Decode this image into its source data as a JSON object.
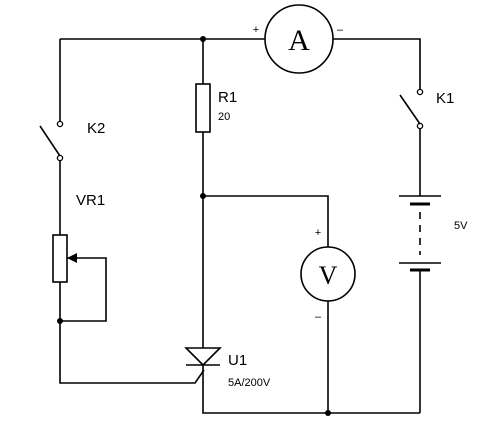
{
  "components": {
    "ammeter": {
      "symbol": "A",
      "plus": "+",
      "minus": "–"
    },
    "voltmeter": {
      "symbol": "V",
      "plus": "+",
      "minus": "–"
    },
    "resistor": {
      "name": "R1",
      "value": "20"
    },
    "switch_k1": {
      "name": "K1"
    },
    "switch_k2": {
      "name": "K2"
    },
    "rheostat": {
      "name": "VR1"
    },
    "battery": {
      "value": "5V"
    },
    "thyristor": {
      "name": "U1",
      "rating": "5A/200V"
    }
  }
}
